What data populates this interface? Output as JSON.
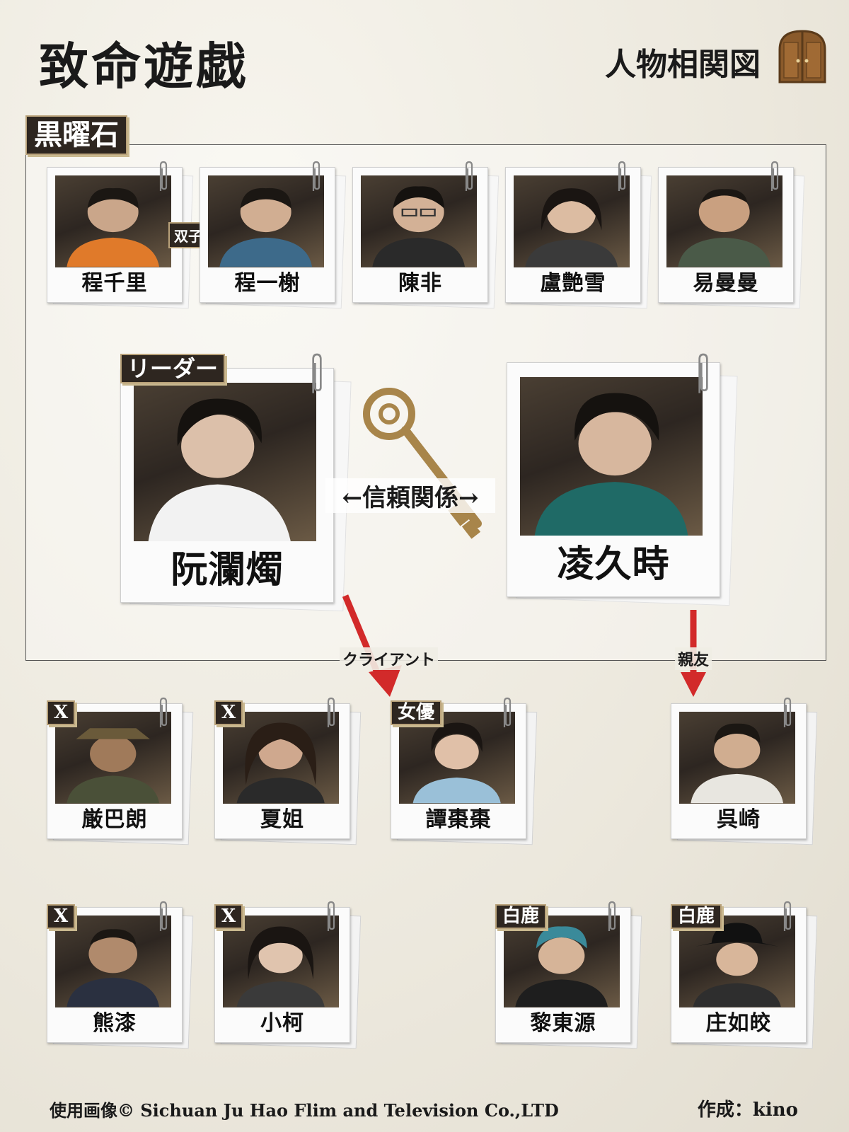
{
  "header": {
    "title": "致命遊戯",
    "subtitle": "人物相関図"
  },
  "group": {
    "label": "黒曜石"
  },
  "relations": {
    "twins": "双子",
    "trust": "←信頼関係→",
    "client": "クライアント",
    "best_friend": "親友"
  },
  "characters": {
    "c1": {
      "name": "程千里"
    },
    "c2": {
      "name": "程一榭"
    },
    "c3": {
      "name": "陳非"
    },
    "c4": {
      "name": "盧艶雪"
    },
    "c5": {
      "name": "易曼曼"
    },
    "leader": {
      "name": "阮瀾燭",
      "tag": "リーダー"
    },
    "ling": {
      "name": "凌久時"
    },
    "yan": {
      "name": "厳巴朗",
      "tag": "X"
    },
    "xia": {
      "name": "夏姐",
      "tag": "X"
    },
    "tan": {
      "name": "譚棗棗",
      "tag": "女優"
    },
    "wu": {
      "name": "呉崎"
    },
    "xiong": {
      "name": "熊漆",
      "tag": "X"
    },
    "ke": {
      "name": "小柯",
      "tag": "X"
    },
    "li": {
      "name": "黎東源",
      "tag": "白鹿"
    },
    "zhuang": {
      "name": "庄如皎",
      "tag": "白鹿"
    }
  },
  "colors": {
    "arrow": "#d22a2a",
    "tag_bg": "#2e2620",
    "tag_border": "#b9a27a"
  },
  "footer": {
    "credit": "使用画像© Sichuan Ju Hao Flim and Television Co.,LTD",
    "author": "作成：kino"
  }
}
